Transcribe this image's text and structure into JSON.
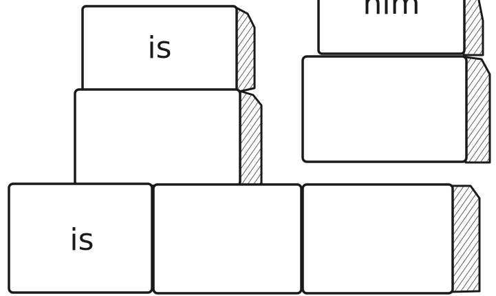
{
  "ink_color": "#1a1a1a",
  "paper_color": "#ffffff",
  "blocks": [
    {
      "label": "is"
    },
    {
      "label": ""
    },
    {
      "label": "him"
    },
    {
      "label": ""
    },
    {
      "label": "is"
    },
    {
      "label": ""
    },
    {
      "label": ""
    }
  ]
}
